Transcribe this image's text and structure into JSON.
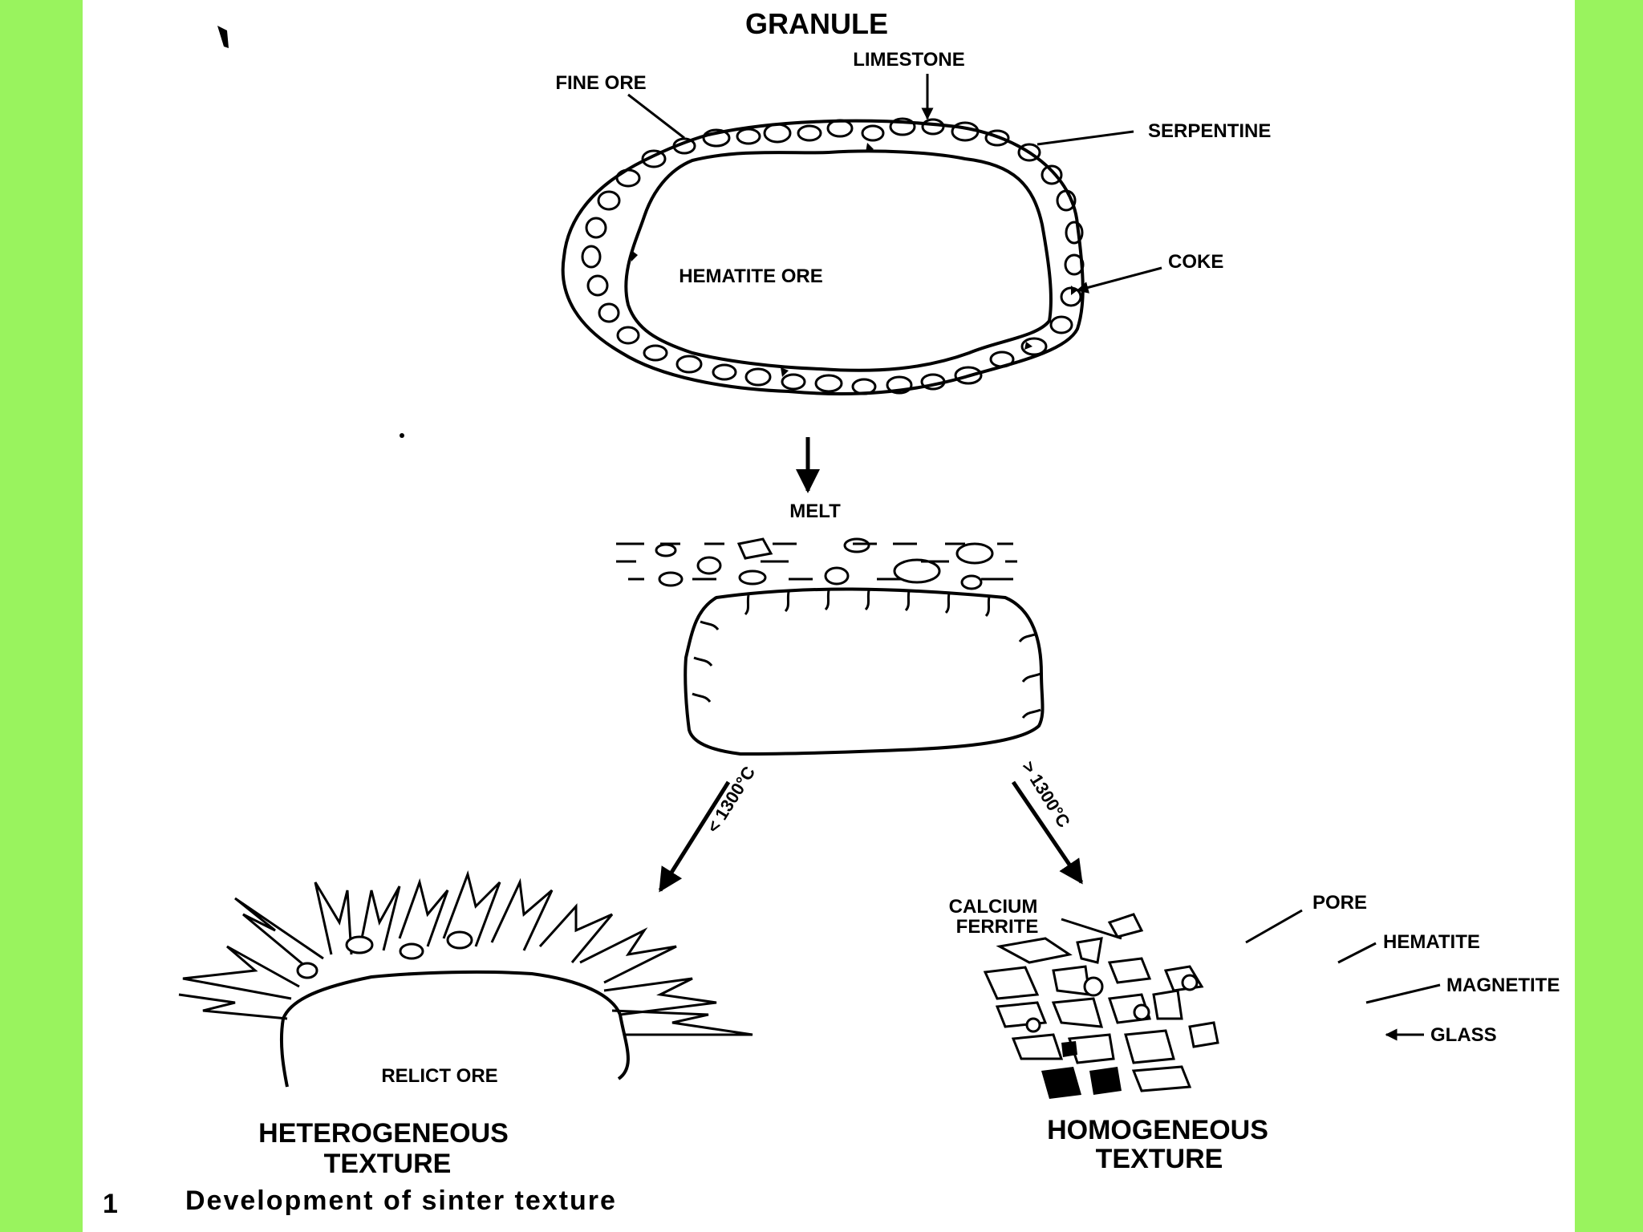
{
  "colors": {
    "background": "#99f35e",
    "panel": "#ffffff",
    "ink": "#000000"
  },
  "labels": {
    "granule": "GRANULE",
    "limestone": "LIMESTONE",
    "fine_ore": "FINE ORE",
    "serpentine": "SERPENTINE",
    "coke": "COKE",
    "hematite_ore": "HEMATITE ORE",
    "melt": "MELT",
    "temp_low": "< 1300°C",
    "temp_high": "> 1300°C",
    "relict_ore": "RELICT ORE",
    "calcium": "CALCIUM",
    "ferrite": "FERRITE",
    "pore": "PORE",
    "hematite": "HEMATITE",
    "magnetite": "MAGNETITE",
    "glass": "GLASS",
    "heterogeneous": "HETEROGENEOUS",
    "hetero_texture": "TEXTURE",
    "homogeneous": "HOMOGENEOUS",
    "homo_texture": "TEXTURE"
  },
  "caption": {
    "number": "1",
    "text": "Development of sinter texture"
  }
}
